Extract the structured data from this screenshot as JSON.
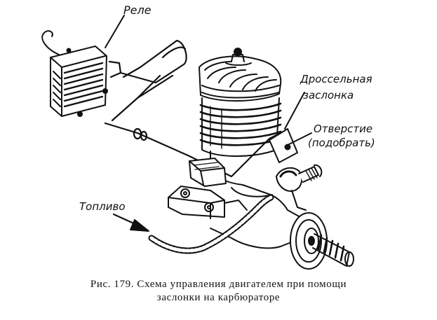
{
  "labels": {
    "relay": "Реле",
    "throttle_line1": "Дроссельная",
    "throttle_line2": "заслонка",
    "hole_line1": "Отверстие",
    "hole_line2": "(подобрать)",
    "fuel": "Топливо"
  },
  "caption": {
    "line1": "Рис. 179. Схема управления двигателем при помощи",
    "line2": "заслонки на карбюраторе"
  },
  "colors": {
    "ink": "#111111",
    "paper": "#ffffff"
  }
}
